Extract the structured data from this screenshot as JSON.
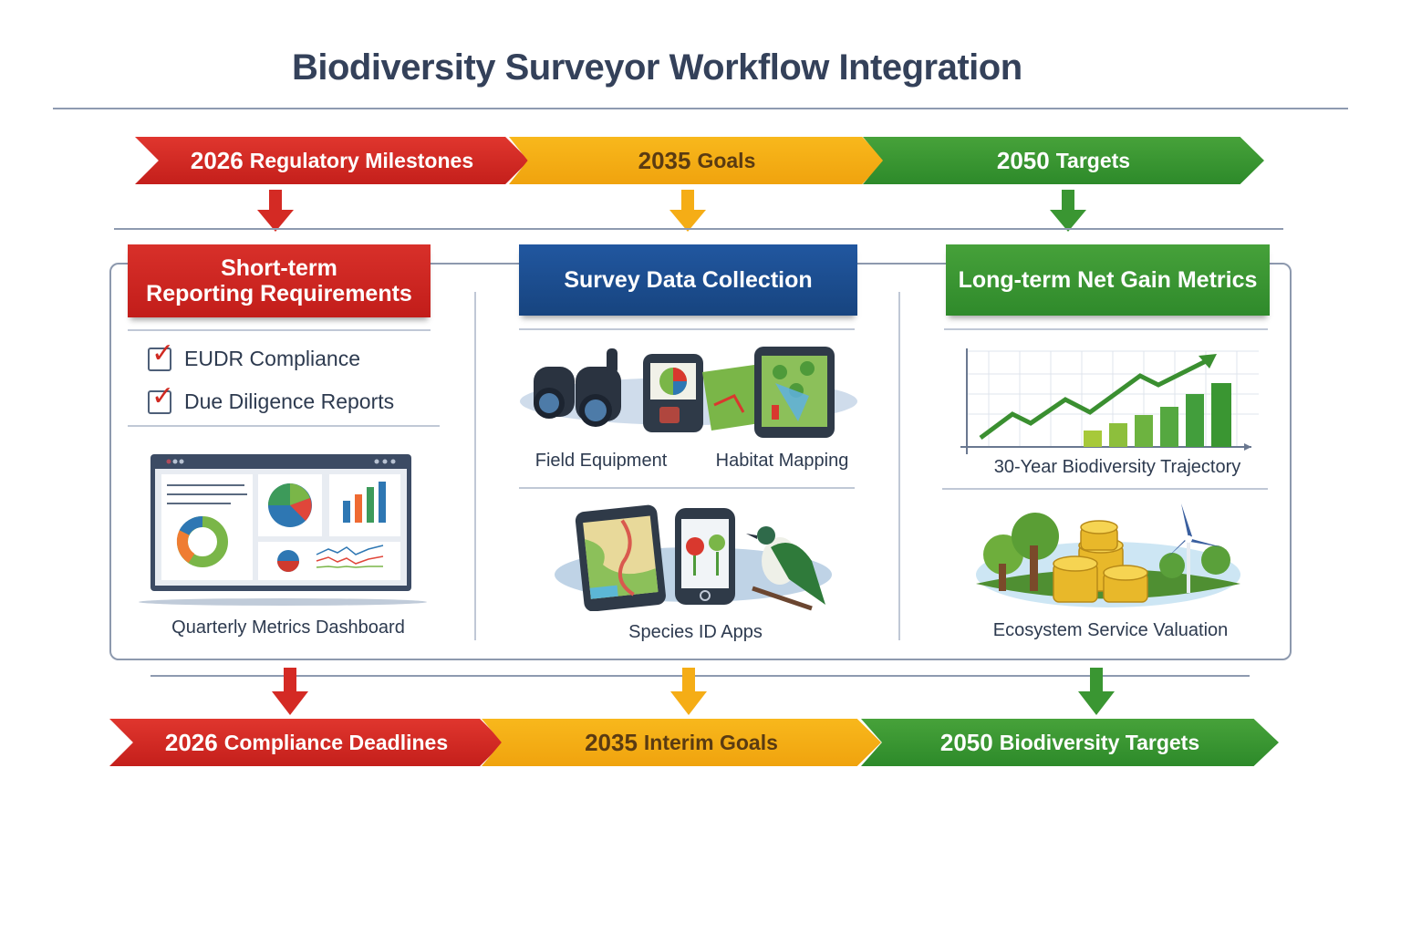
{
  "title": "Biodiversity Surveyor Workflow Integration",
  "top_timeline": [
    {
      "year": "2026",
      "label": "Regulatory Milestones",
      "color": "#d42a24"
    },
    {
      "year": "2035",
      "label": "Goals",
      "color": "#f5ad16"
    },
    {
      "year": "2050",
      "label": "Targets",
      "color": "#3a9632"
    }
  ],
  "columns": [
    {
      "header_line1": "Short-term",
      "header_line2": "Reporting Requirements",
      "color": "#cf2620",
      "checklist": [
        "EUDR Compliance",
        "Due Diligence Reports"
      ],
      "items": [
        {
          "icon": "dashboard-icon",
          "label": "Quarterly Metrics Dashboard"
        }
      ]
    },
    {
      "header": "Survey Data Collection",
      "color": "#1c4e91",
      "items": [
        {
          "icon": "binoculars-gps-icon",
          "label": "Field Equipment"
        },
        {
          "icon": "map-tablet-icon",
          "label": "Habitat Mapping"
        },
        {
          "icon": "species-app-bird-icon",
          "label": "Species ID Apps"
        }
      ]
    },
    {
      "header": "Long-term Net Gain Metrics",
      "color": "#3a9632",
      "items": [
        {
          "icon": "trajectory-chart-icon",
          "label": "30-Year Biodiversity Trajectory"
        },
        {
          "icon": "ecosystem-coins-icon",
          "label": "Ecosystem Service Valuation"
        }
      ]
    }
  ],
  "bottom_timeline": [
    {
      "year": "2026",
      "label": "Compliance Deadlines",
      "color": "#d42a24"
    },
    {
      "year": "2035",
      "label": "Interim Goals",
      "color": "#f5ad16"
    },
    {
      "year": "2050",
      "label": "Biodiversity Targets",
      "color": "#3a9632"
    }
  ]
}
